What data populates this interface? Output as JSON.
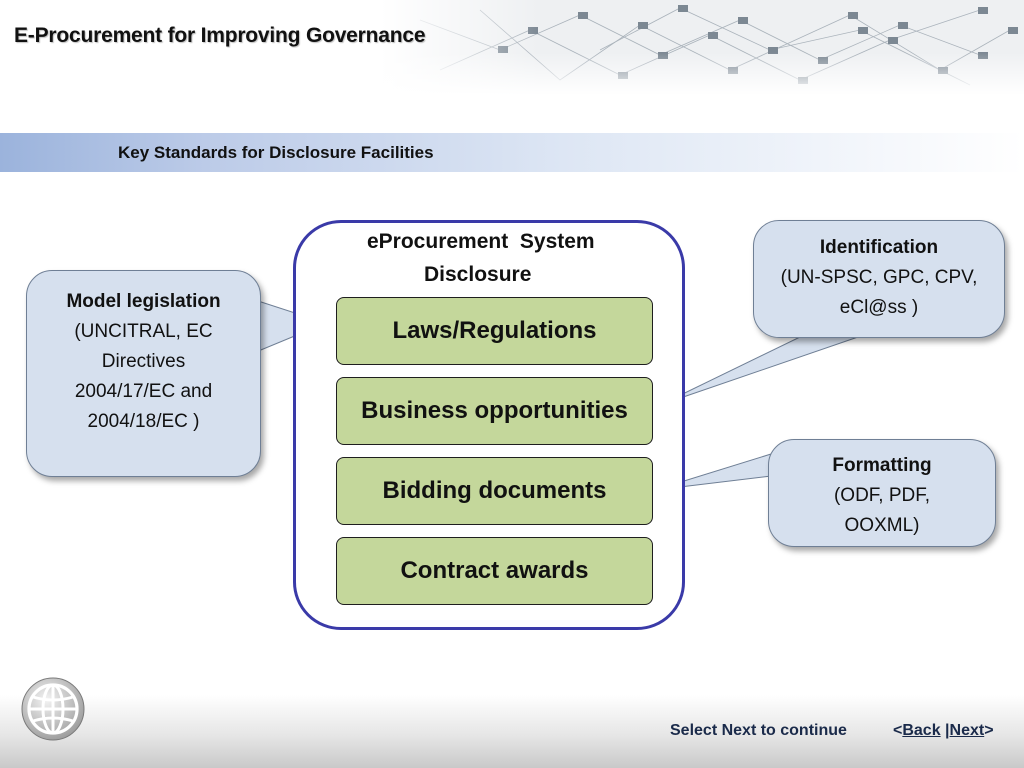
{
  "header": {
    "title": "E-Procurement for Improving Governance"
  },
  "section": {
    "title": "Key Standards for Disclosure Facilities"
  },
  "diagram": {
    "frame_title_line1": "eProcurement  System",
    "frame_title_line2": "Disclosure",
    "categories": [
      "Laws/Regulations",
      "Business opportunities",
      "Bidding documents",
      "Contract awards"
    ],
    "callouts": {
      "model_legislation": {
        "heading": "Model legislation",
        "lines": [
          "(UNCITRAL, EC",
          "Directives",
          "2004/17/EC and",
          "2004/18/EC )"
        ]
      },
      "identification": {
        "heading": "Identification",
        "lines": [
          "(UN-SPSC, GPC, CPV,",
          "eCl@ss )"
        ]
      },
      "formatting": {
        "heading": "Formatting",
        "lines": [
          "(ODF, PDF,",
          "OOXML)"
        ]
      }
    },
    "colors": {
      "frame_border": "#3a3aa8",
      "category_fill": "#c4d79b",
      "callout_fill": "#d6e0ee"
    }
  },
  "footer": {
    "continue_text": "Select Next to continue",
    "nav_open": "<",
    "back_label": "Back",
    "separator": "|",
    "next_label": "Next",
    "nav_close": ">",
    "logo_icon": "globe-icon"
  }
}
